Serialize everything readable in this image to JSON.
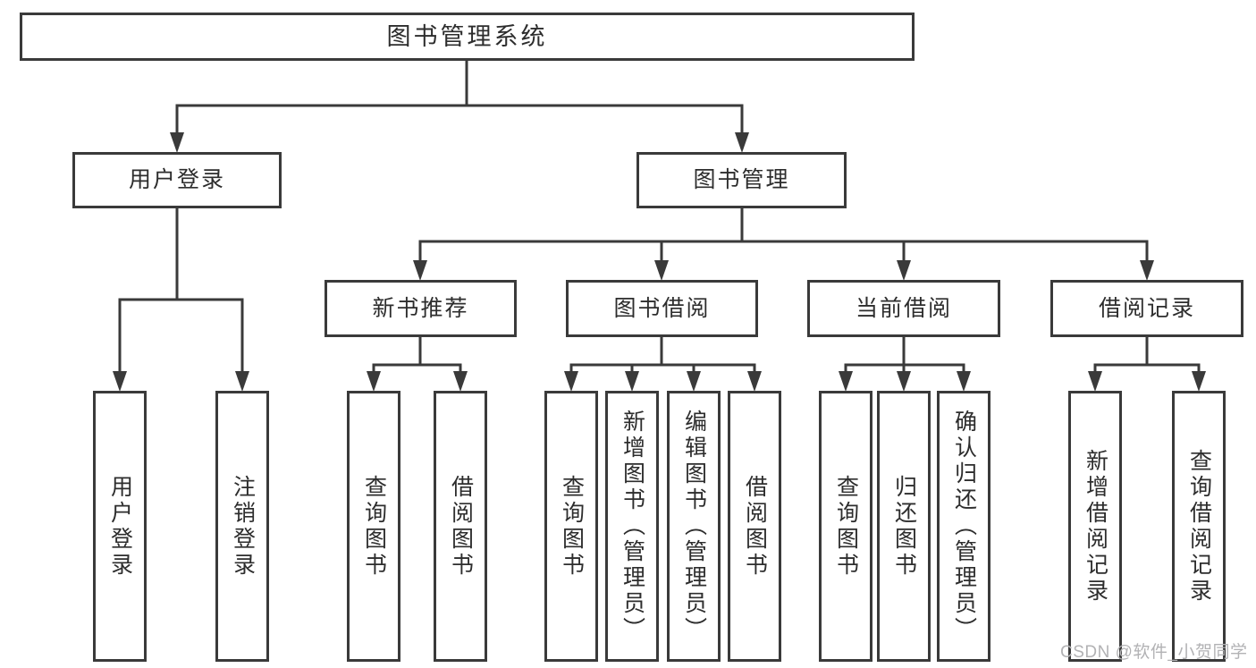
{
  "diagram": {
    "title": "图书管理系统",
    "watermark": "CSDN @软件_小贺同学",
    "colors": {
      "line": "#3a3a3a",
      "text": "#2d2d2d",
      "watermark": "#b2b2b4",
      "background": "#ffffff"
    },
    "nodes": {
      "root": "图书管理系统",
      "user_login": "用户登录",
      "book_mgmt": "图书管理",
      "new_books": "新书推荐",
      "book_borrow": "图书借阅",
      "current_borrow": "当前借阅",
      "borrow_records": "借阅记录",
      "leaf_user_login": "用户登录",
      "leaf_logout": "注销登录",
      "leaf_nb_query": "查询图书",
      "leaf_nb_borrow": "借阅图书",
      "leaf_bb_query": "查询图书",
      "leaf_bb_add": "新增图书（管理员）",
      "leaf_bb_edit": "编辑图书（管理员）",
      "leaf_bb_borrow": "借阅图书",
      "leaf_cb_query": "查询图书",
      "leaf_cb_return": "归还图书",
      "leaf_cb_confirm": "确认归还（管理员）",
      "leaf_br_add": "新增借阅记录",
      "leaf_br_query": "查询借阅记录"
    }
  }
}
